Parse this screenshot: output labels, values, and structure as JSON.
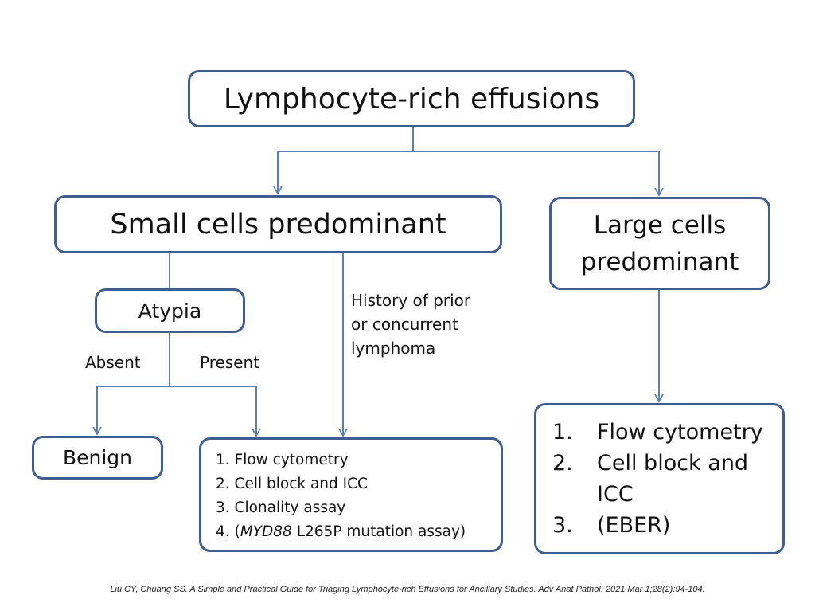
{
  "root": {
    "title": "Lymphocyte-rich effusions"
  },
  "small_cells": {
    "title": "Small cells predominant"
  },
  "large_cells": {
    "title_line1": "Large cells",
    "title_line2": "predominant"
  },
  "atypia": {
    "title": "Atypia",
    "absent_label": "Absent",
    "present_label": "Present"
  },
  "history": {
    "line1": "History of prior",
    "line2": "or concurrent",
    "line3": "lymphoma"
  },
  "benign": {
    "title": "Benign"
  },
  "small_workup": {
    "items": [
      {
        "num": "1.",
        "text": "Flow cytometry"
      },
      {
        "num": "2.",
        "text": "Cell block and ICC"
      },
      {
        "num": "3.",
        "text": "Clonality assay"
      },
      {
        "num": "4.",
        "pre": "(",
        "gene": "MYD88",
        "post": " L265P mutation assay)"
      }
    ]
  },
  "large_workup": {
    "items": [
      {
        "num": "1.",
        "text": "Flow cytometry"
      },
      {
        "num": "2.",
        "text_line1": "Cell block and",
        "text_line2": "ICC"
      },
      {
        "num": "3.",
        "text": "(EBER)"
      }
    ]
  },
  "citation": "Liu CY, Chuang SS. A Simple and Practical Guide for Triaging Lymphocyte-rich Effusions for Ancillary Studies. Adv Anat Pathol. 2021 Mar 1;28(2):94-104.",
  "colors": {
    "line": "#5B7DB8",
    "border": "#3F5D8F"
  }
}
